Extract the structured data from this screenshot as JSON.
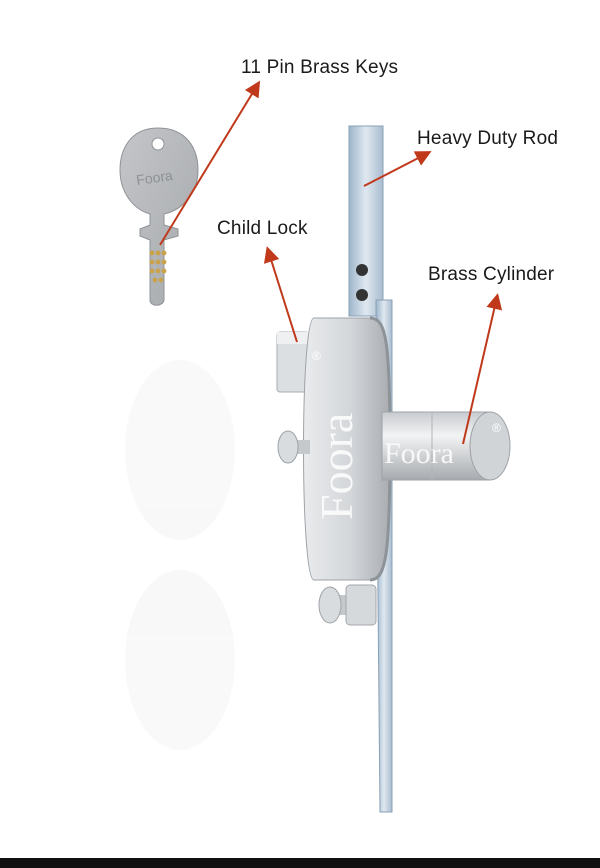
{
  "labels": {
    "keys": "11 Pin Brass Keys",
    "rod": "Heavy Duty Rod",
    "child_lock": "Child Lock",
    "cylinder": "Brass Cylinder"
  },
  "branding": {
    "key_logo": "Foora",
    "body_logo": "Foora",
    "cylinder_logo": "Foora",
    "registered": "®"
  },
  "colors": {
    "arrow": "#c0391b",
    "metal": "#c9cdd2"
  }
}
